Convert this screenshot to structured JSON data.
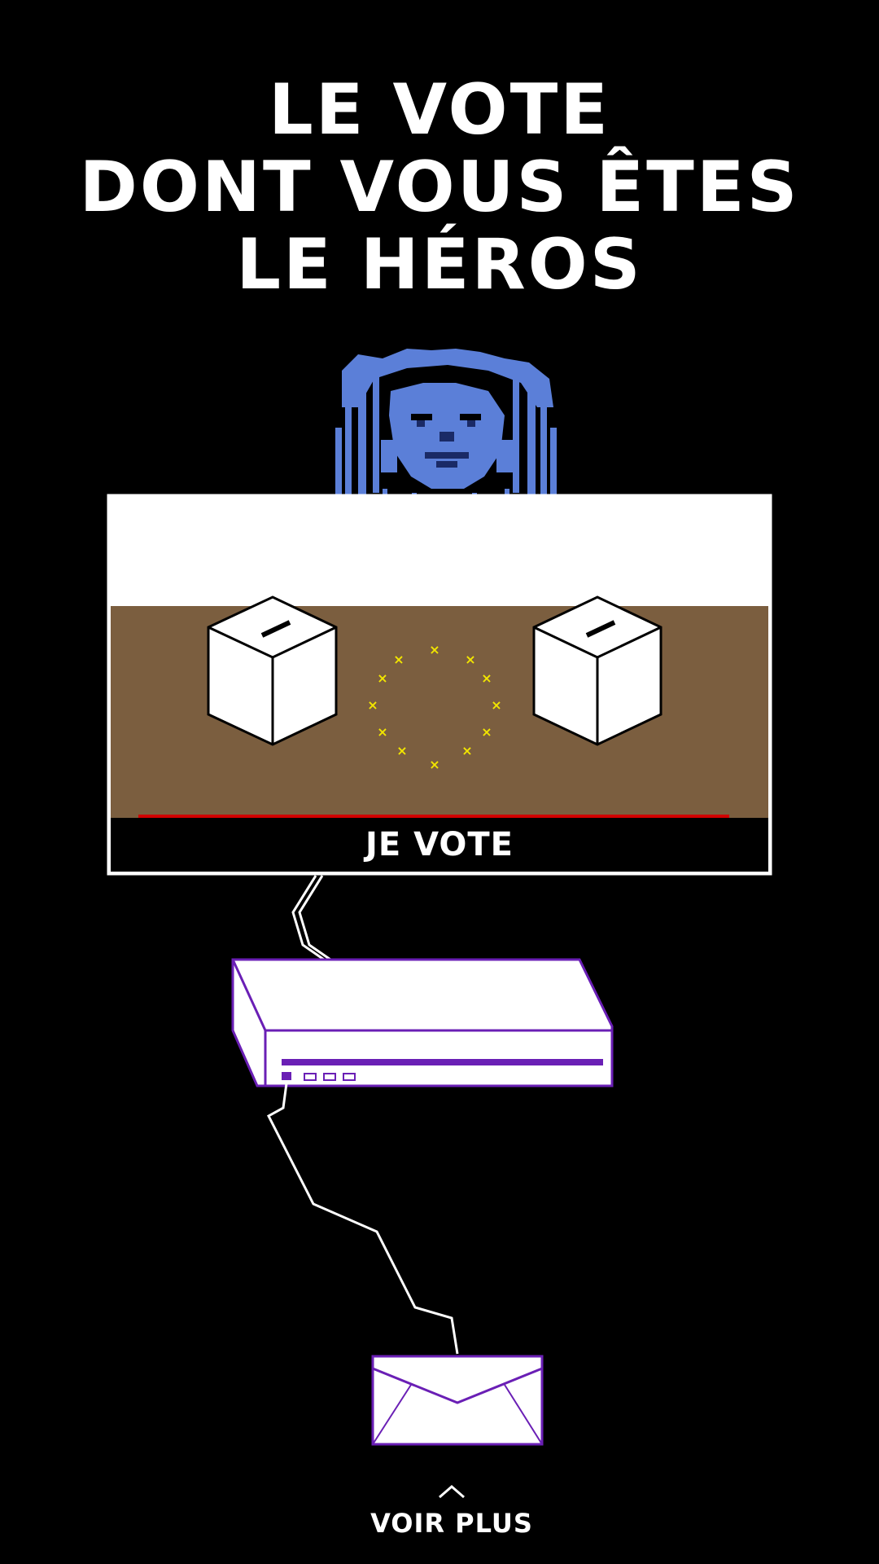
{
  "title": {
    "line1": "LE VOTE",
    "line2": "DONT VOUS ÊTES",
    "line3": "LE HÉROS"
  },
  "screen": {
    "cta_label": "JE VOTE",
    "floor_color": "#7b5e3f",
    "sky_color": "#ffffff",
    "accent_line_color": "#d00000",
    "stars_color": "#f2e600"
  },
  "mascot": {
    "icon": "blue-lion-head-icon",
    "color": "#5b7fd8"
  },
  "devices": {
    "console_icon": "game-console-icon",
    "envelope_icon": "envelope-icon",
    "outline_color": "#6a1fb5"
  },
  "footer": {
    "more_label": "VOIR PLUS",
    "icon": "chevron-up-icon"
  }
}
